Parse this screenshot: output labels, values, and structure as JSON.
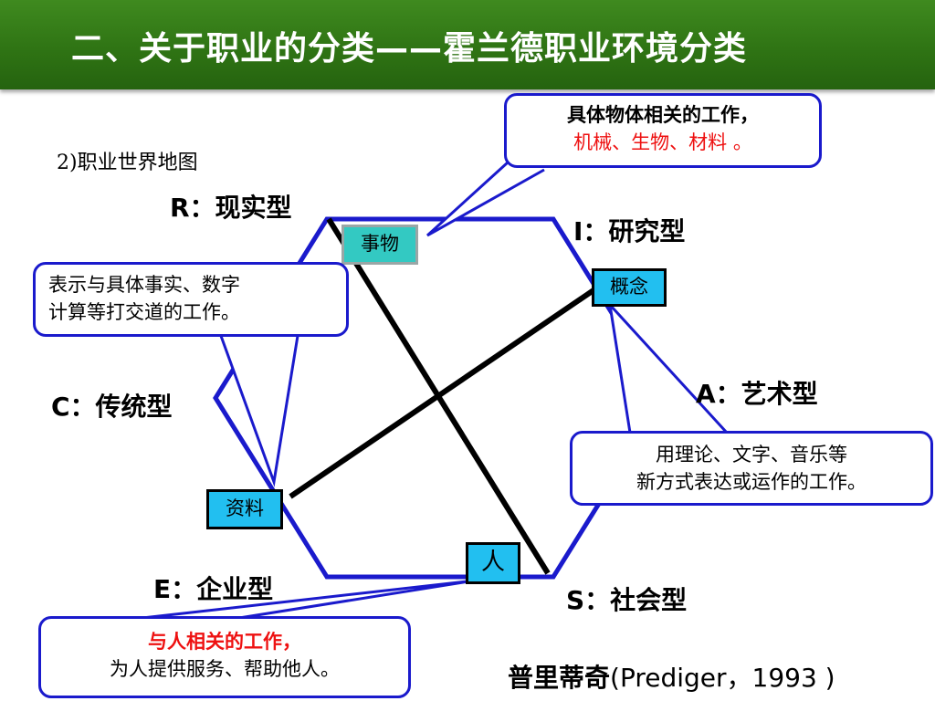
{
  "header": {
    "title": "二、关于职业的分类——霍兰德职业环境分类",
    "background_color": "#2f7414"
  },
  "subtitle": "2)职业世界地图",
  "types": {
    "R": "R：现实型",
    "I": "I：研究型",
    "A": "A：艺术型",
    "S": "S：社会型",
    "E": "E：企业型",
    "C": "C：传统型"
  },
  "dimensions": {
    "things": "事物",
    "ideas": "概念",
    "data": "资料",
    "people": "人"
  },
  "callouts": {
    "things": {
      "line1": "具体物体相关的工作，",
      "line2": "机械、生物、材料 。"
    },
    "data": {
      "line1": "表示与具体事实、数字",
      "line2": "计算等打交道的工作。"
    },
    "ideas": {
      "line1": "用理论、文字、音乐等",
      "line2": "新方式表达或运作的工作。"
    },
    "people": {
      "line1": "与人相关的工作，",
      "line2": "为人提供服务、帮助他人。"
    }
  },
  "citation": {
    "author": "普里蒂奇",
    "ref": "(Prediger，1993 )"
  },
  "colors": {
    "hexagon": "#1a1acc",
    "axis": "#000000",
    "highlight_text": "#ee1111",
    "box_cyan": "#22bff0",
    "box_teal": "#33c9c2"
  }
}
